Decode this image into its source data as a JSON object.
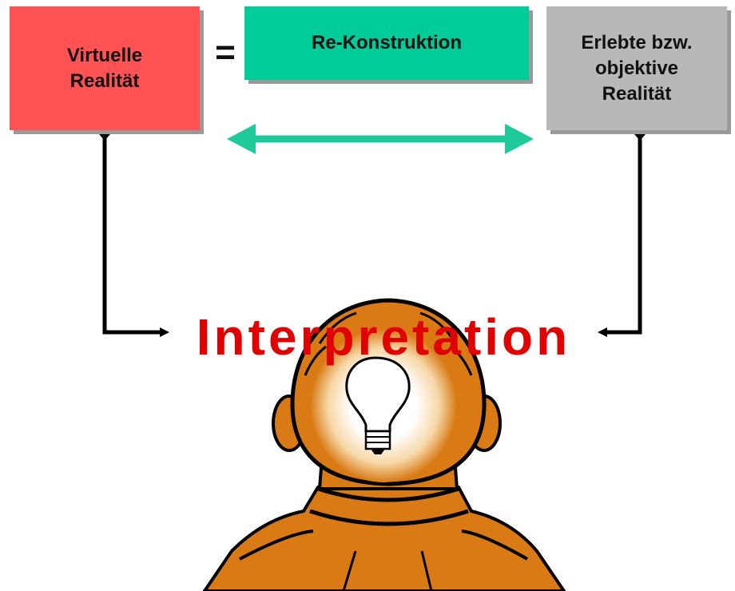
{
  "boxes": {
    "virtual": {
      "label": "Virtuelle\nRealität",
      "color": "#ff5252"
    },
    "reconstruction": {
      "label": "Re-Konstruktion",
      "color": "#00cc99"
    },
    "objective": {
      "label": "Erlebte bzw.\nobjektive\nRealität",
      "color": "#b8b8b8"
    }
  },
  "equals_sign": "=",
  "interpretation_label": "Interpretation",
  "colors": {
    "arrow": "#1ec99a",
    "connector": "#000000",
    "interpretation_text": "#e00000",
    "head": "#d97a14",
    "head_glow": "#ffffff"
  },
  "icons": {
    "figure": "person-head-back-icon",
    "idea": "light-bulb-icon"
  }
}
